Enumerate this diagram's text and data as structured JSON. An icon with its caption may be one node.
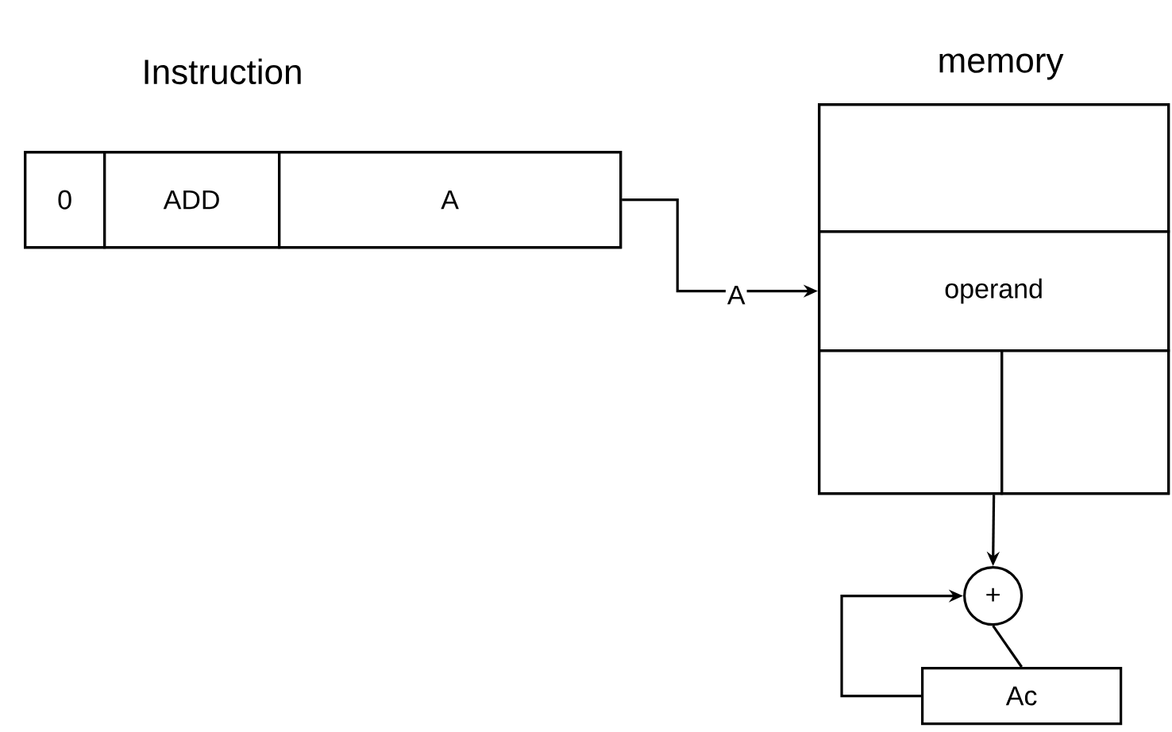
{
  "diagram": {
    "nodes": [
      {
        "text": [
          "Instruction"
        ]
      },
      {
        "text": [
          "0"
        ],
        "in": 0
      },
      {
        "text": [
          "ADD"
        ],
        "in": 0
      },
      {
        "text": [
          "A"
        ],
        "in": 0
      },
      {
        "text": [
          "memory"
        ]
      },
      {
        "text": [],
        "shape": "box",
        "in": 4
      },
      {
        "text": [
          "operand"
        ],
        "in": 4
      },
      {
        "text": [],
        "shape": "box",
        "in": 4
      },
      {
        "text": [],
        "shape": "box",
        "in": 4
      },
      {
        "text": [
          "+"
        ]
      },
      {
        "text": [
          "Ac"
        ]
      }
    ],
    "edges": [
      {
        "from": 3,
        "to": 6,
        "arrow": "to",
        "label": "A"
      },
      {
        "from": 4,
        "to": 9,
        "arrow": "to"
      },
      {
        "from": 9,
        "to": 10,
        "arrow": "none"
      },
      {
        "from": 10,
        "to": 9,
        "arrow": "to"
      }
    ]
  }
}
